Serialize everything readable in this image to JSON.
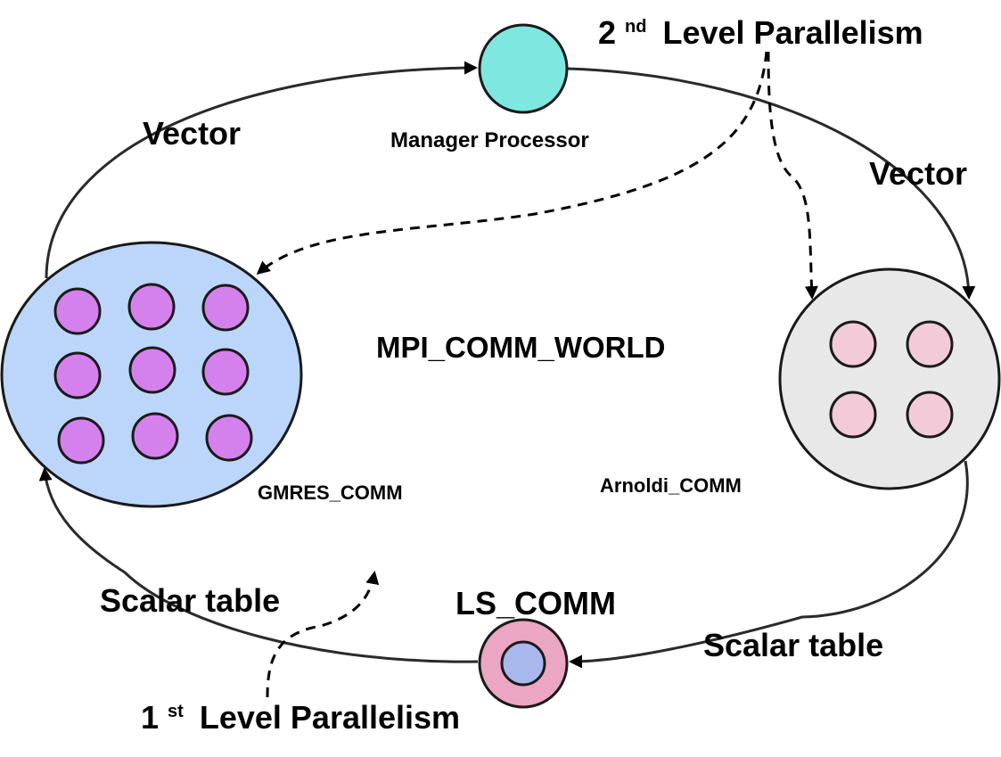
{
  "labels": {
    "manager": "Manager Processor",
    "vector_left": "Vector",
    "vector_right": "Vector",
    "world": "MPI_COMM_WORLD",
    "gmres": "GMRES_COMM",
    "arnoldi": "Arnoldi_COMM",
    "ls": "LS_COMM",
    "scalar_left": "Scalar table",
    "scalar_right": "Scalar table",
    "level2_num": "2",
    "level2_sup": "nd",
    "level2_text": "Level Parallelism",
    "level1_num": "1",
    "level1_sup": "st",
    "level1_text": "Level Parallelism"
  },
  "nodes": {
    "gmres_processor_count": 9,
    "arnoldi_processor_count": 4
  },
  "colors": {
    "manager_fill": "#7ee8e0",
    "gmres_fill": "#bcd6fb",
    "gmres_proc_fill": "#d581ed",
    "arnoldi_fill": "#e8e8e8",
    "arnoldi_proc_fill": "#f2cad8",
    "ls_outer_fill": "#eba6c3",
    "ls_inner_fill": "#a8b8ec",
    "stroke": "#1a1a1a"
  }
}
